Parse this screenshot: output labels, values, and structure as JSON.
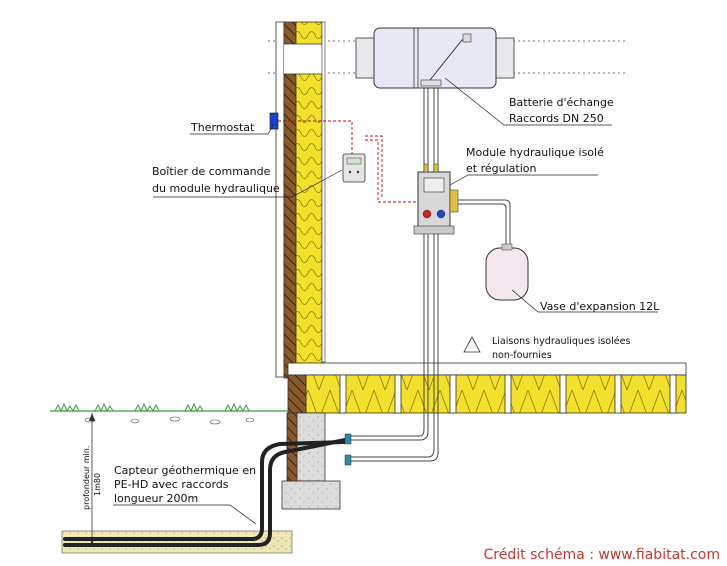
{
  "labels": {
    "thermostat": "Thermostat",
    "control_box_1": "Boîtier de commande",
    "control_box_2": "du module hydraulique",
    "exchanger_1": "Batterie d'échange",
    "exchanger_2": "Raccords DN 250",
    "hydraulic_module_1": "Module hydraulique isolé",
    "hydraulic_module_2": "et régulation",
    "expansion_vessel": "Vase d'expansion 12L",
    "links_1": "Liaisons hydrauliques isolées",
    "links_2": "non-fournies",
    "collector_1": "Capteur géothermique en",
    "collector_2": "PE-HD avec raccords",
    "collector_3": "longueur 200m",
    "depth_1": "profondeur min.",
    "depth_2": "1m80",
    "credit": "Crédit schéma : www.fiabitat.com"
  },
  "colors": {
    "insulation": "#f2e02a",
    "brick": "#8b5a2b",
    "concrete": "#dcdcdc",
    "soil": "#efe8b4",
    "grass": "#3c9a3c",
    "pipe": "#222222",
    "control_wire": "#cc0000",
    "thermostat": "#1f3fd1",
    "credit": "#c0392b"
  }
}
